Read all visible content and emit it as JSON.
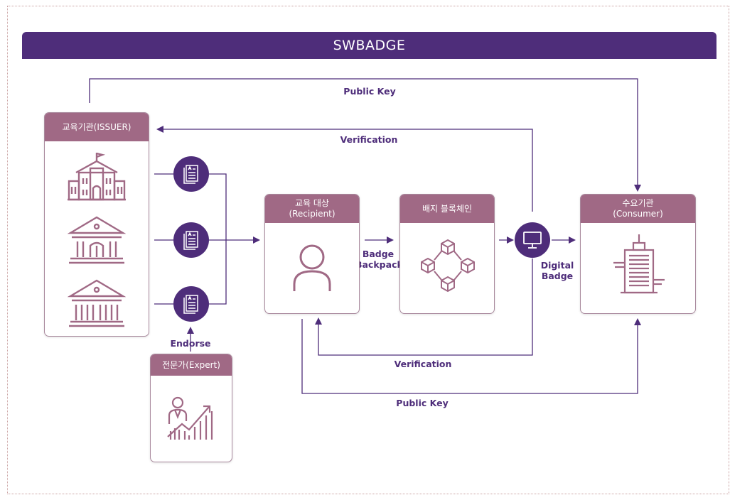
{
  "banner": {
    "title": "SWBADGE"
  },
  "issuer": {
    "title": "교육기관(ISSUER)"
  },
  "recipient": {
    "title_line1": "교육 대상",
    "title_line2": "(Recipient)"
  },
  "blockchain": {
    "title": "배지 블록체인"
  },
  "consumer": {
    "title_line1": "수요기관",
    "title_line2": "(Consumer)"
  },
  "expert": {
    "title": "전문가(Expert)"
  },
  "labels": {
    "public_key_top": "Public Key",
    "verification_top": "Verification",
    "badge_backpack_line1": "Badge",
    "badge_backpack_line2": "Backpack",
    "digital_badge_line1": "Digital",
    "digital_badge_line2": "Badge",
    "endorse": "Endorse",
    "verification_bottom": "Verification",
    "public_key_bottom": "Public Key"
  },
  "colors": {
    "primary": "#4e2d7a",
    "accent": "#a06985",
    "icon": "#a06985"
  }
}
